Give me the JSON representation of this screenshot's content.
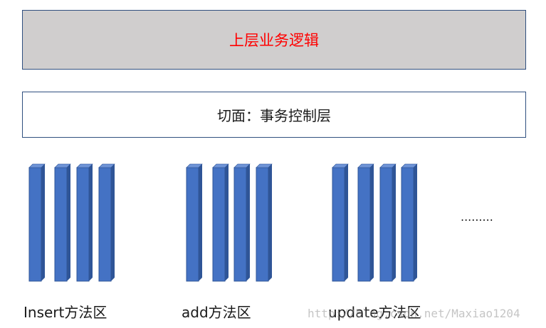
{
  "top_layer": {
    "label": "上层业务逻辑",
    "text_color": "#ff0000",
    "fill": "#d0cece"
  },
  "aspect_layer": {
    "label": "切面：事务控制层"
  },
  "method_groups": [
    {
      "label": "Insert方法区",
      "bar_count": 4
    },
    {
      "label": "add方法区",
      "bar_count": 4
    },
    {
      "label": "update方法区",
      "bar_count": 4
    }
  ],
  "ellipsis": ".........",
  "bar_colors": {
    "front": "#4472c4",
    "side": "#2f5597",
    "top": "#6e93d6"
  },
  "watermark": "http://blog.csdn.net/Maxiao1204"
}
